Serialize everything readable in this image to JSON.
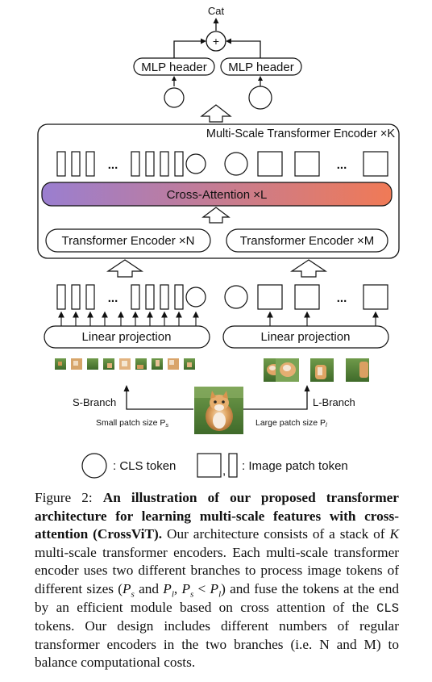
{
  "diagram": {
    "output_label": "Cat",
    "plus_sign": "+",
    "mlp_header_left": "MLP header",
    "mlp_header_right": "MLP header",
    "encoder_title": "Multi-Scale Transformer Encoder ×K",
    "cross_attention": "Cross-Attention ×L",
    "transformer_encoder_n": "Transformer Encoder ×N",
    "transformer_encoder_m": "Transformer Encoder ×M",
    "linear_projection_left": "Linear projection",
    "linear_projection_right": "Linear projection",
    "ellipsis": "...",
    "s_branch": "S-Branch",
    "l_branch": "L-Branch",
    "small_patch": "Small patch size P",
    "small_patch_sub": "s",
    "large_patch": "Large patch size P",
    "large_patch_sub": "l",
    "legend_cls": ": CLS token",
    "legend_comma": ",",
    "legend_patch": ": Image patch token",
    "colors": {
      "gradient_start": "#9a7ed0",
      "gradient_end": "#f07a56",
      "line": "#111111"
    }
  },
  "caption": {
    "label": "Figure 2:",
    "bold": "An illustration of our proposed transformer architecture for learning multi-scale features with cross-attention (CrossViT).",
    "t1": "Our architecture consists of a stack of",
    "k": "K",
    "t2": "multi-scale transformer encoders. Each multi-scale transformer encoder uses two different branches to process image tokens of different sizes (",
    "ps": "P",
    "ps_sub": "s",
    "and": "and",
    "pl": "P",
    "pl_sub": "l",
    "comma": ",",
    "ps2": "P",
    "ps2_sub": "s",
    "lt": "<",
    "pl2": "P",
    "pl2_sub": "l",
    "t3": ") and fuse the tokens at the end by an efficient module based on cross attention of the",
    "cls": "CLS",
    "t4": "tokens. Our design includes different numbers of regular transformer encoders in the two branches (i.e. N and M) to balance computational costs."
  }
}
